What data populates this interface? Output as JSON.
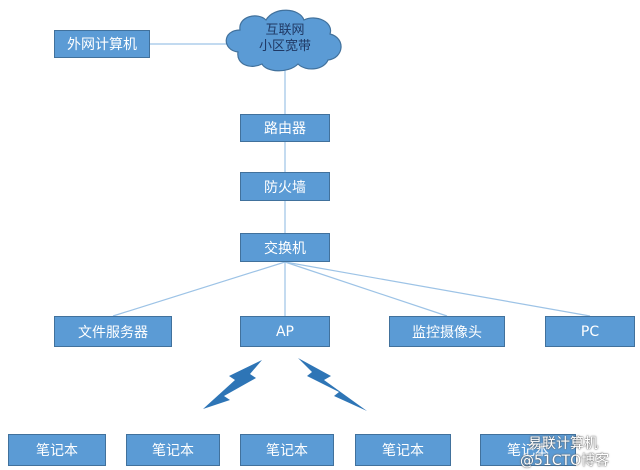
{
  "internet_cloud": {
    "line1": "互联网",
    "line2": "小区宽带"
  },
  "nodes": {
    "external_computer": "外网计算机",
    "router": "路由器",
    "firewall": "防火墙",
    "switch": "交换机",
    "file_server": "文件服务器",
    "ap": "AP",
    "camera": "监控摄像头",
    "pc": "PC"
  },
  "laptops": [
    "笔记本",
    "笔记本",
    "笔记本",
    "笔记本",
    "笔记本"
  ],
  "colors": {
    "node_fill": "#5b9bd5",
    "node_border": "#41719c",
    "line": "#9dc3e6",
    "lightning": "#2e75b6"
  },
  "icons": {
    "cloud": "cloud-icon",
    "lightning": "lightning-bolt-icon",
    "watermark": "wechat-icon"
  },
  "watermark": {
    "account": "易联计算机",
    "source": "@51CTO博客"
  }
}
